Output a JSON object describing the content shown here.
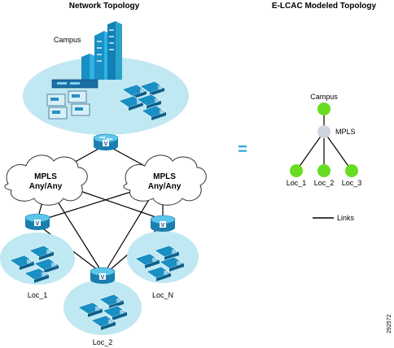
{
  "network_topology": {
    "title": "Network Topology",
    "campus_label": "Campus",
    "clouds": [
      {
        "line1": "MPLS",
        "line2": "Any/Any"
      },
      {
        "line1": "MPLS",
        "line2": "Any/Any"
      }
    ],
    "router_badge": "V",
    "phone_badge": "IP",
    "sites": [
      {
        "label": "Loc_1"
      },
      {
        "label": "Loc_2"
      },
      {
        "label": "Loc_N"
      }
    ]
  },
  "equals_sign": "=",
  "elcac_topology": {
    "title": "E-LCAC Modeled Topology",
    "root_label": "Campus",
    "hub_label": "MPLS",
    "leaves": [
      {
        "label": "Loc_1"
      },
      {
        "label": "Loc_2"
      },
      {
        "label": "Loc_3"
      }
    ],
    "legend": {
      "label": "Links"
    },
    "colors": {
      "node_green": "#66dd22",
      "hub_gray": "#cdd5df",
      "link": "#000000"
    }
  },
  "figure_id": "292572",
  "colors": {
    "site_fill": "#bfe8f2",
    "router_fill": "#29a3cc",
    "cloud_fill": "#ffffff",
    "accent": "#2aa9d6"
  }
}
